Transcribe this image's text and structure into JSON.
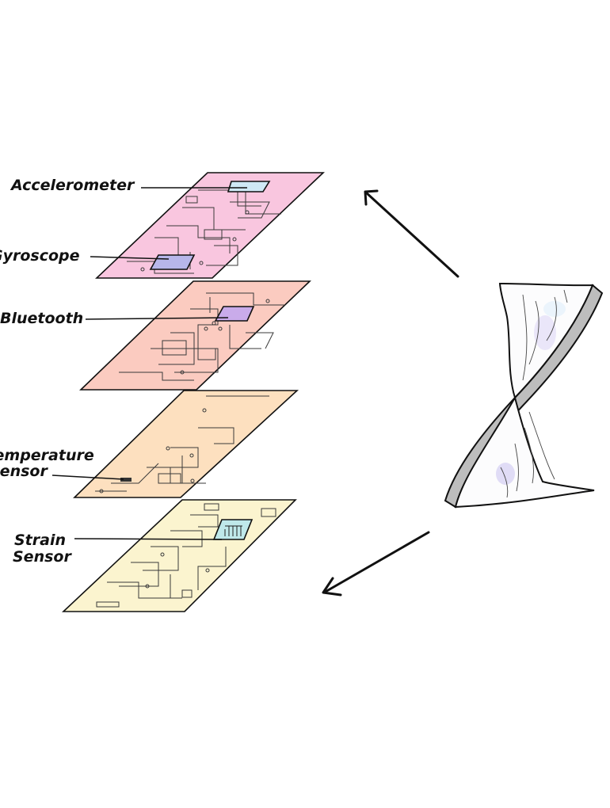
{
  "colors": {
    "layer1": "#f9c6df",
    "layer2": "#fbcbc0",
    "layer3": "#fde0bf",
    "layer4": "#fbf4cf",
    "accelerometer_chip": "#cfe9f6",
    "gyroscope_chip": "#b7b6ea",
    "bluetooth_chip": "#c9abea",
    "strain_chip": "#bfe8ea",
    "device_side": "#bdbdbd"
  },
  "labels": {
    "accelerometer": "Accelerometer",
    "gyroscope": "Gyroscope",
    "bluetooth": "Bluetooth",
    "temperature_line1": "Temperature",
    "temperature_line2": "Sensor",
    "strain_line1": "Strain",
    "strain_line2": "Sensor"
  },
  "icons": {
    "arrow_up": "arrow-up-left-icon",
    "arrow_down": "arrow-down-left-icon",
    "device": "twisted-flexible-device-icon"
  }
}
